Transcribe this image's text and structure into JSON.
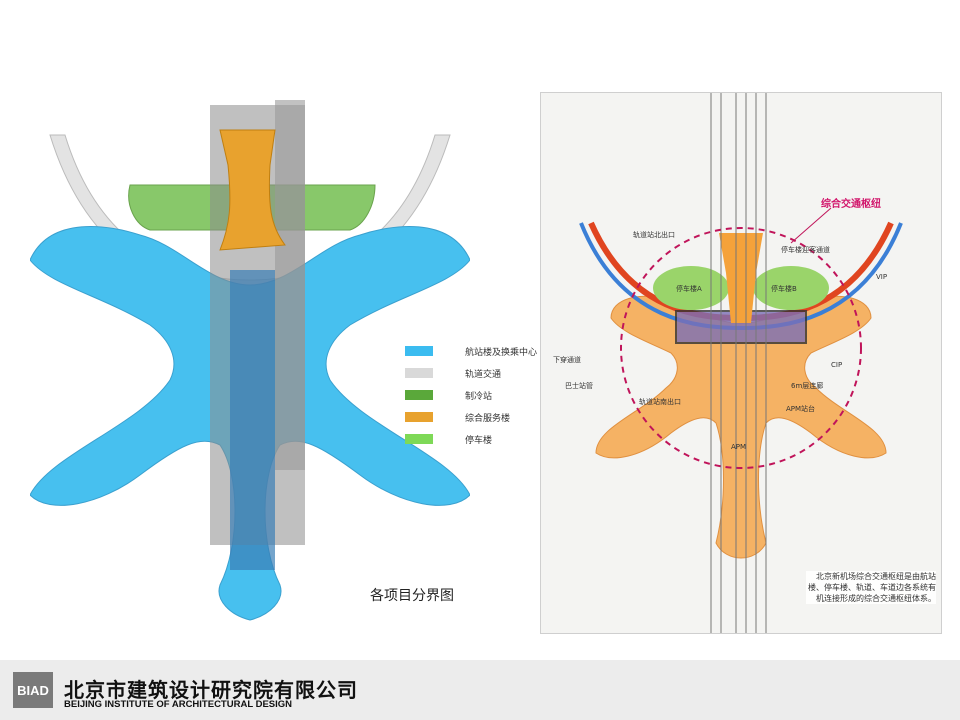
{
  "legend": {
    "items": [
      {
        "label": "航站楼及换乘中心",
        "color": "#3bbcf0"
      },
      {
        "label": "轨道交通",
        "color": "#d9d9d9"
      },
      {
        "label": "制冷站",
        "color": "#5aa83a"
      },
      {
        "label": "综合服务楼",
        "color": "#e8a22e"
      },
      {
        "label": "停车楼",
        "color": "#7ed957"
      }
    ]
  },
  "caption": "各项目分界图",
  "map": {
    "hub_title": "综合交通枢纽",
    "labels": {
      "rail_north_exit": "轨道站北出口",
      "parking_a": "停车楼A",
      "parking_b": "停车楼B",
      "parking_roadway": "停车楼迎客通道",
      "vip": "VIP",
      "cip": "CIP",
      "underpass": "下穿通道",
      "bus_hub": "巴士站管",
      "rail_south_exit": "轨道站南出口",
      "bridge_6m": "6m层连廊",
      "apm_station": "APM站台",
      "apm": "APM"
    },
    "note": "北京新机场综合交通枢纽是由航站楼、停车楼、轨道、车道边各系统有机连接形成的综合交通枢纽体系。"
  },
  "footer": {
    "logo_text": "BIAD",
    "org_cn": "北京市建筑设计研究院有限公司",
    "org_en": "BEIJING INSTITUTE OF ARCHITECTURAL DESIGN"
  }
}
